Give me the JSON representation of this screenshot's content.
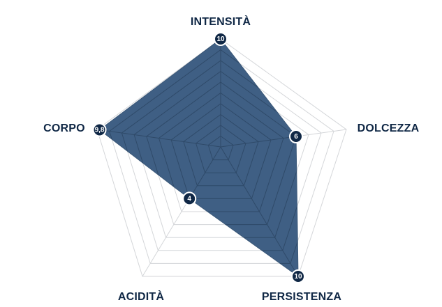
{
  "chart_data": {
    "type": "radar",
    "axes": [
      "INTENSITÀ",
      "DOLCEZZA",
      "PERSISTENZA",
      "ACIDITÀ",
      "CORPO"
    ],
    "values": [
      10,
      6,
      10,
      4,
      9.8
    ],
    "value_labels": [
      "10",
      "6",
      "10",
      "4",
      "9,8"
    ],
    "range": [
      0,
      10
    ],
    "rings": 10,
    "grid": true,
    "legend": "none",
    "colors": {
      "area": "#3f5f84",
      "area_stroke": "#3b5878",
      "marker": "#0f2745",
      "grid": "#d4d6d9",
      "label": "#0f2745"
    }
  }
}
